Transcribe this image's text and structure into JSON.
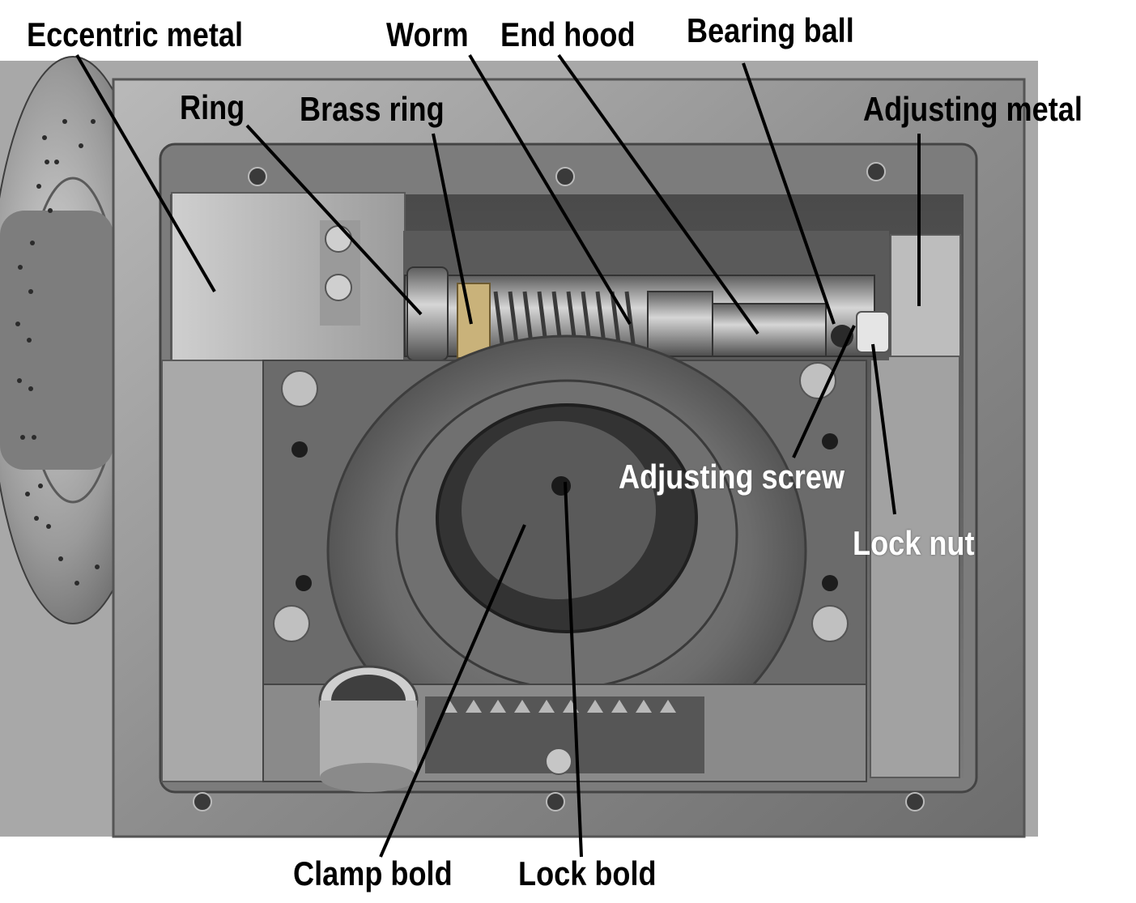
{
  "labels": {
    "eccentric_metal": "Eccentric metal",
    "worm": "Worm",
    "end_hood": "End hood",
    "bearing_ball": "Bearing ball",
    "ring": "Ring",
    "brass_ring": "Brass ring",
    "adjusting_metal": "Adjusting metal",
    "adjusting_screw": "Adjusting screw",
    "lock_nut": "Lock nut",
    "clamp_bold": "Clamp bold",
    "lock_bold": "Lock bold"
  },
  "colors": {
    "label_text": "#000000",
    "label_text_on_photo": "#ffffff",
    "leader_line": "#000000"
  }
}
